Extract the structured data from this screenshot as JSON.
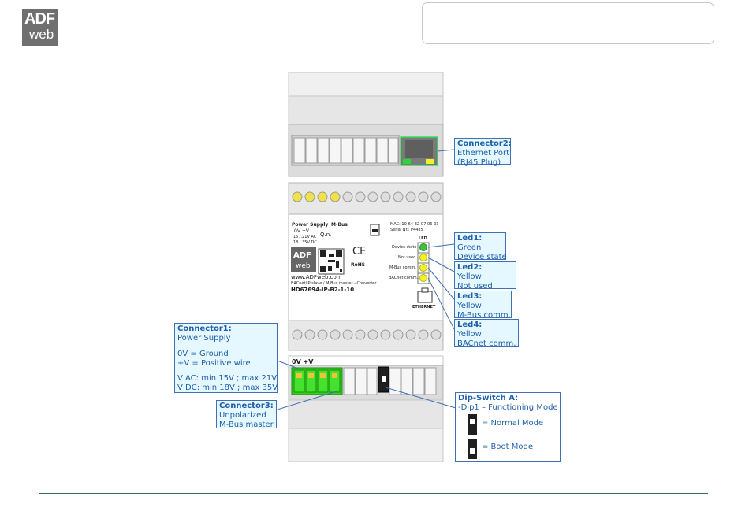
{
  "logo": {
    "line1": "ADF",
    "line2": "web"
  },
  "device": {
    "label_power": "Power Supply",
    "label_mbus": "M-Bus",
    "label_0v_v": "0V  +V",
    "label_ac": "15...21V AC",
    "label_dc": "18...35V DC",
    "label_qn": "Q.n.",
    "label_qn_val": "- - - -",
    "label_mac": "MAC: 10-64-E2-07-06-03",
    "label_serial": "Serial Nr.: P4485",
    "label_led": "LED",
    "led_labels": [
      "Device state",
      "Not used",
      "M-Bus comm.",
      "BACnet comm."
    ],
    "label_url": "www.ADFweb.com",
    "label_desc": "BACnet/IP slave / M-Bus master - Converter",
    "label_code": "HD67694-IP-B2-1-10",
    "label_ethernet": "ETHERNET",
    "label_ce": "CE",
    "label_rohs": "RoHS",
    "label_bottom_terminal": "0V  +V"
  },
  "callouts": {
    "connector2": {
      "title": "Connector2:",
      "lines": [
        "Ethernet Port",
        "(RJ45 Plug)"
      ]
    },
    "led1": {
      "title": "Led1:",
      "lines": [
        "Green",
        "Device state"
      ]
    },
    "led2": {
      "title": "Led2:",
      "lines": [
        "Yellow",
        "Not used"
      ]
    },
    "led3": {
      "title": "Led3:",
      "lines": [
        "Yellow",
        "M-Bus comm."
      ]
    },
    "led4": {
      "title": "Led4:",
      "lines": [
        "Yellow",
        "BACnet comm."
      ]
    },
    "connector1": {
      "title": "Connector1:",
      "lines": [
        "Power Supply",
        "",
        "0V = Ground",
        "+V = Positive wire",
        "",
        "V AC: min 15V ; max 21V",
        "V DC: min 18V ; max 35V"
      ]
    },
    "connector3": {
      "title": "Connector3:",
      "lines": [
        "Unpolarized",
        "M-Bus master"
      ]
    },
    "dipswitch": {
      "title": "Dip-Switch A:",
      "lines": [
        "-Dip1 – Functioning Mode",
        "= Normal Mode",
        "= Boot Mode"
      ]
    }
  },
  "colors": {
    "callout_bg": "#e6f8ff",
    "callout_border": "#3f6fb4",
    "callout_text": "#1f5fa8",
    "led_green": "#39c43a",
    "led_yellow": "#f1f12a",
    "terminal_green": "#35d11c",
    "device_grey": "#e9e9e9"
  }
}
